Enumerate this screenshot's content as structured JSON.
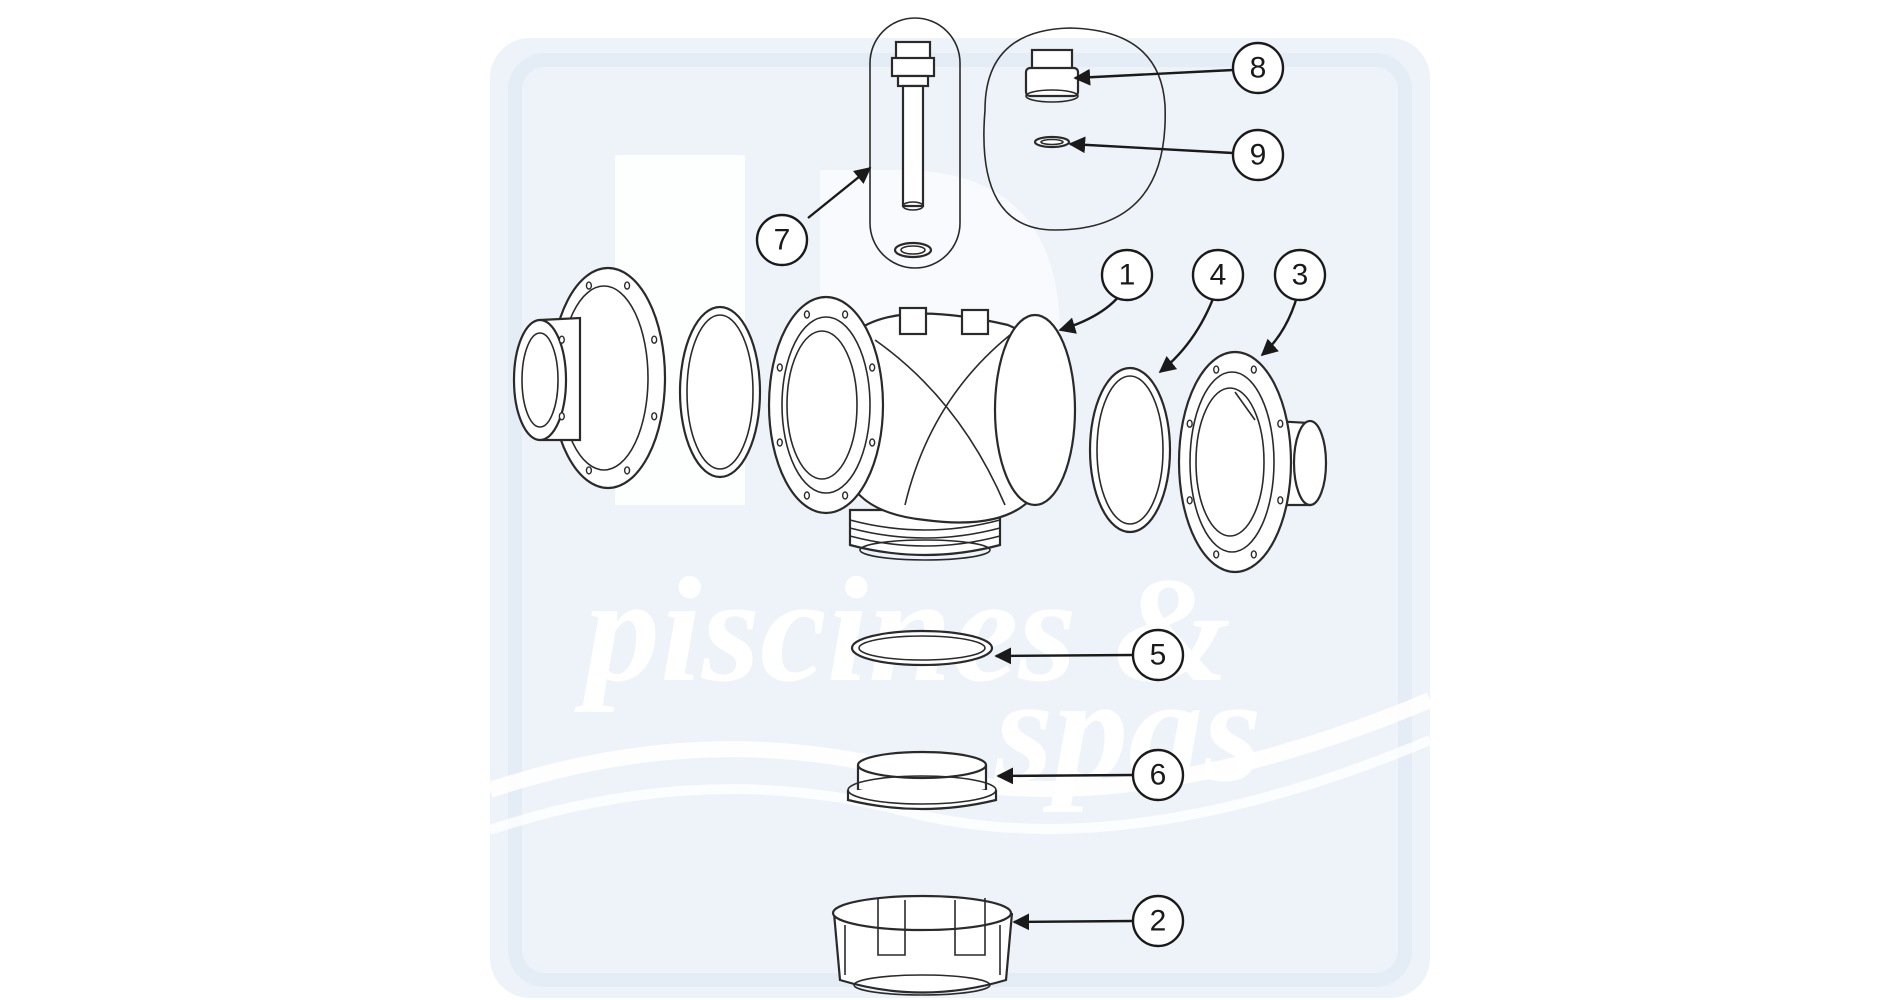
{
  "diagram": {
    "callouts": [
      {
        "id": "callout-1",
        "label": "1"
      },
      {
        "id": "callout-2",
        "label": "2"
      },
      {
        "id": "callout-3",
        "label": "3"
      },
      {
        "id": "callout-4",
        "label": "4"
      },
      {
        "id": "callout-5",
        "label": "5"
      },
      {
        "id": "callout-6",
        "label": "6"
      },
      {
        "id": "callout-7",
        "label": "7"
      },
      {
        "id": "callout-8",
        "label": "8"
      },
      {
        "id": "callout-9",
        "label": "9"
      }
    ]
  },
  "watermark": {
    "line1": "piscines &",
    "line2": "spas",
    "colors": {
      "panel": "#eef3f9",
      "panel_edge": "#e4ecf5",
      "text": "#ffffff"
    }
  }
}
